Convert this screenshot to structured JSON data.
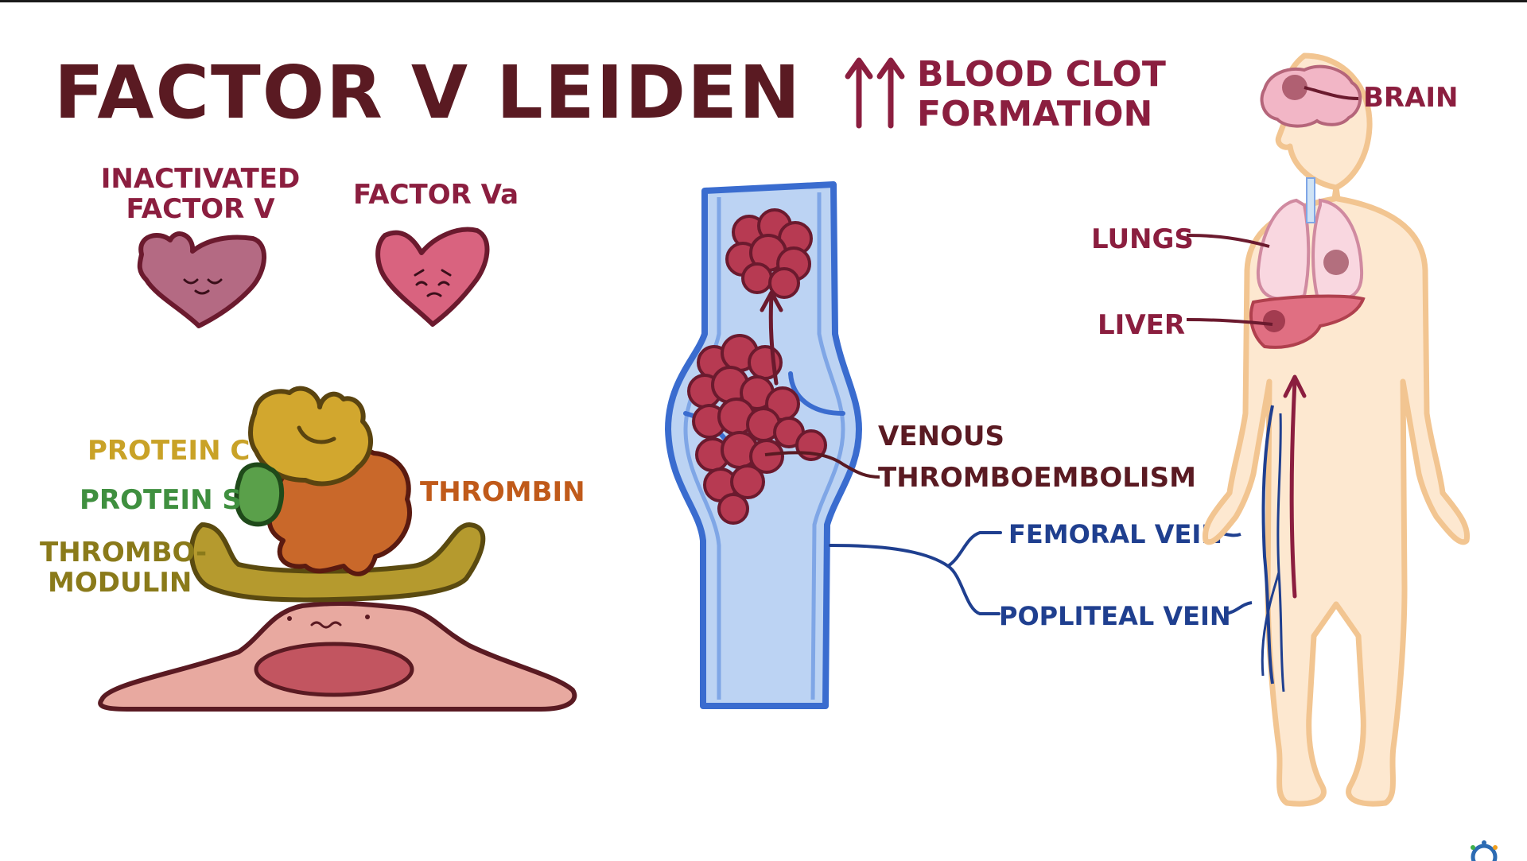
{
  "title": "FACTOR V LEIDEN",
  "header": {
    "arrows": "↑↑",
    "line1": "BLOOD CLOT",
    "line2": "FORMATION"
  },
  "factors": {
    "inactivated_line1": "INACTIVATED",
    "inactivated_line2": "FACTOR V",
    "active": "FACTOR Va"
  },
  "complex": {
    "protein_c": "PROTEIN C",
    "protein_s": "PROTEIN S",
    "thrombin": "THROMBIN",
    "thrombomodulin_line1": "THROMBO-",
    "thrombomodulin_line2": "MODULIN"
  },
  "vessel": {
    "label_line1": "VENOUS",
    "label_line2": "THROMBOEMBOLISM",
    "femoral": "FEMORAL VEIN",
    "popliteal": "POPLITEAL VEIN"
  },
  "body": {
    "brain": "BRAIN",
    "lungs": "LUNGS",
    "liver": "LIVER"
  },
  "colors": {
    "title": "#5a1a22",
    "crimson": "#8b1e3f",
    "protein_c": "#c9a227",
    "protein_s": "#3f8f3f",
    "thrombin": "#c05a1a",
    "thrombomodulin": "#8a7a1a",
    "vein_blue": "#1f3f8f",
    "vessel_fill": "#bcd3f3",
    "vessel_wall": "#3a6ccf",
    "clot": "#b73a52",
    "skin": "#fde8d0"
  }
}
